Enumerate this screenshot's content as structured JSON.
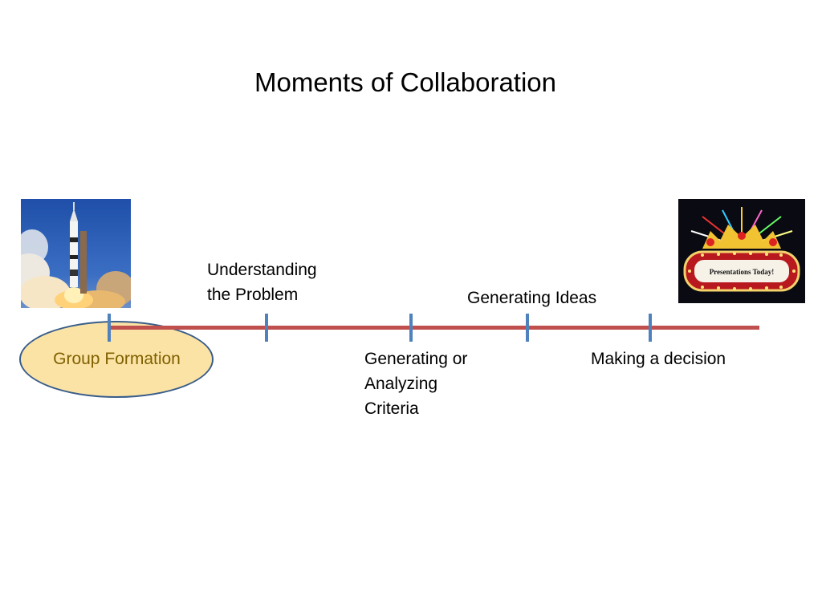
{
  "slide": {
    "title": "Moments of Collaboration"
  },
  "timeline": {
    "start_label": "Group Formation",
    "labels": {
      "understanding": [
        "Understanding",
        "the Problem"
      ],
      "criteria": [
        "Generating or",
        "Analyzing",
        "Criteria"
      ],
      "ideas": "Generating Ideas",
      "decision": "Making a decision"
    }
  },
  "images": {
    "marquee_text": "Presentations Today!"
  },
  "colors": {
    "timeline_line": "#c0504d",
    "tick": "#4f81bd",
    "highlight_fill": "#fbe3a6",
    "highlight_border": "#385d8a",
    "highlight_text": "#7f6000"
  }
}
